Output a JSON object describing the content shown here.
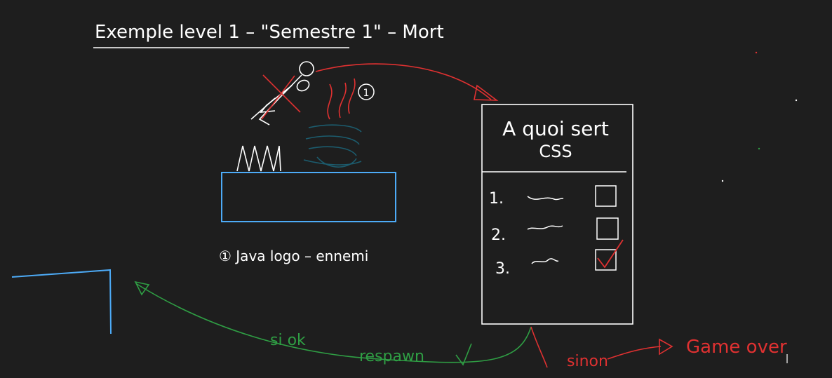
{
  "colors": {
    "background": "#1e1e1e",
    "ink": "#ffffff",
    "red": "#e03131",
    "blue": "#4dabf7",
    "green": "#2f9e44",
    "teal": "#1c5c6e"
  },
  "title": "Exemple level 1 – \"Semestre 1\" – Mort",
  "enemy_marker": "1",
  "legend": "① Java logo – ennemi",
  "quiz": {
    "question_line1": "A quoi sert",
    "question_line2": "CSS",
    "items": [
      "1.",
      "2.",
      "3."
    ]
  },
  "flow": {
    "success_label_1": "si ok",
    "success_label_2": "respawn",
    "fail_label": "sinon",
    "fail_result": "Game over"
  },
  "icons": {
    "player": "stick-figure-icon",
    "spikes": "spikes-icon",
    "java_logo": "java-cup-icon",
    "check": "checkmark-icon"
  }
}
